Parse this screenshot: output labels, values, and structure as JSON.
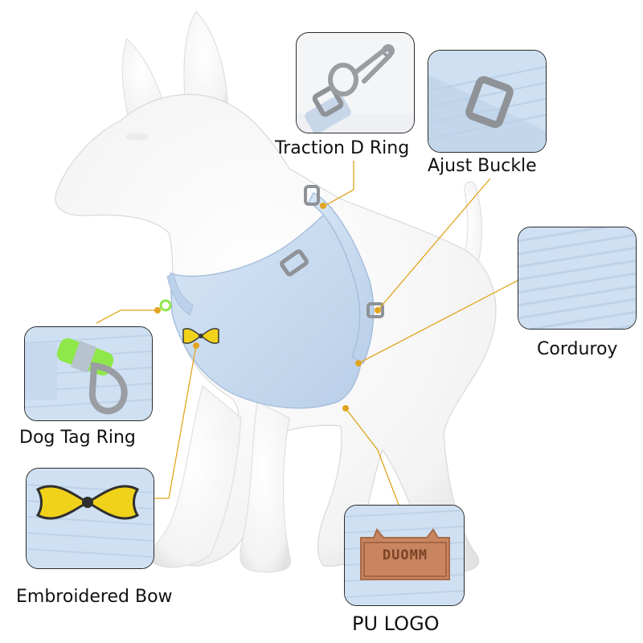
{
  "labels": {
    "traction_d_ring": "Traction D Ring",
    "ajust_buckle": "Ajust Buckle",
    "corduroy": "Corduroy",
    "dog_tag_ring": "Dog Tag Ring",
    "embroidered_bow": "Embroidered Bow",
    "pu_logo": "PU LOGO"
  },
  "logo_text": "DUOMM",
  "colors": {
    "harness": "#c9dcf0",
    "fabric": "#cfe0f2",
    "leader_line": "#e0a520",
    "bow": "#f1d21a",
    "dog_tag_accent": "#8fe84a",
    "logo_patch": "#c98560",
    "hardware": "#8f9297"
  }
}
